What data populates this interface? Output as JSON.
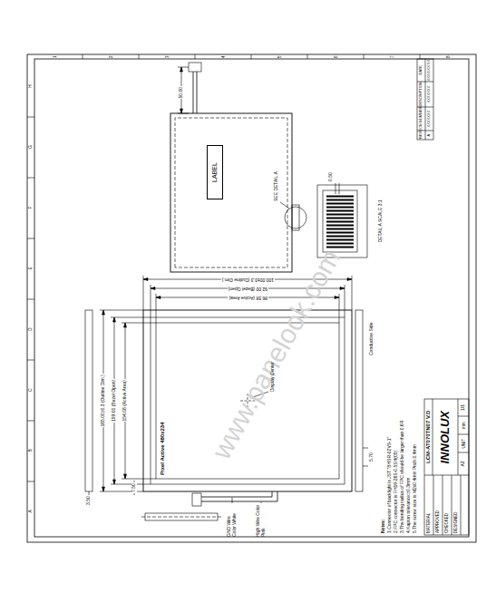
{
  "diagram": {
    "nodes": [
      {
        "text": [
          "LABEL"
        ]
      }
    ],
    "labels": [
      "www.panelook.com",
      "165.00±0.3 (Outline Dim.)",
      "159.00 (Bezel Open)",
      "154.08 (Active Area)",
      "100.00±0.3 (Outline Dim.)",
      "92.00 (Bezel Open)",
      "86.58 (Active Area)",
      "Pixel Active 480x234",
      "Display Center",
      "7.50",
      "5.70",
      "3.50",
      "GND Wire Color White",
      "High Wire Color Pink",
      "50.00",
      "SEE DETAIL A",
      "DETAIL A SCALE 3:1",
      "Conductive Side",
      "0.50",
      "Notes:",
      "1.Connector of backlight is JST \"BHSR-02VS-1\"",
      "2.FPC connector is FH19-26S-0.5SH(05)",
      "3.The bending radius of FPC should be larger than 0.6R",
      "4.Kapton tolerance:±0.3mm",
      "5.The screw size is M2x0.4mm Pitch 0.4mm",
      "MATERIAL",
      "APPROVED",
      "CHECKED",
      "DESIGNED",
      "LCM-AT070TN07 V.D",
      "INNOLUX",
      "A3",
      "UNIT",
      "mm",
      "1/1",
      "REV",
      "ECN NUMBER",
      "DESCRIPTION",
      "DATE",
      "A",
      "XXXXXXX",
      "XXXXXXX",
      "XXXX/XX/XX",
      "A",
      "B",
      "C",
      "D",
      "E",
      "F",
      "G",
      "H",
      "1",
      "2",
      "3",
      "4",
      "5",
      "6",
      "7",
      "8"
    ]
  }
}
